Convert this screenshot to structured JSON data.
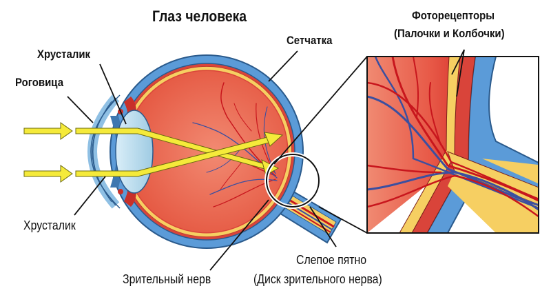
{
  "title": "Глаз человека",
  "labels": {
    "lens_top": "Хрусталик",
    "cornea": "Роговица",
    "lens_bottom": "Хрусталик",
    "retina": "Сетчатка",
    "photoreceptors_line1": "Фоторецепторы",
    "photoreceptors_line2": "(Палочки и Колбочки)",
    "optic_nerve": "Зрительный нерв",
    "blind_spot_line1": "Слепое пятно",
    "blind_spot_line2": "(Диск зрительного нерва)"
  },
  "colors": {
    "sclera_blue": "#5b9bd8",
    "sclera_outline": "#2a5a8c",
    "eyeball_red": "#e2503f",
    "interior_red": "#ef7560",
    "retina_yellow": "#f6cf62",
    "lens_blue": "#bfe0f0",
    "light_ray_yellow": "#f5ea3a",
    "vein_blue": "#3b4fa0",
    "artery_red": "#c8161d",
    "text": "#111111"
  }
}
